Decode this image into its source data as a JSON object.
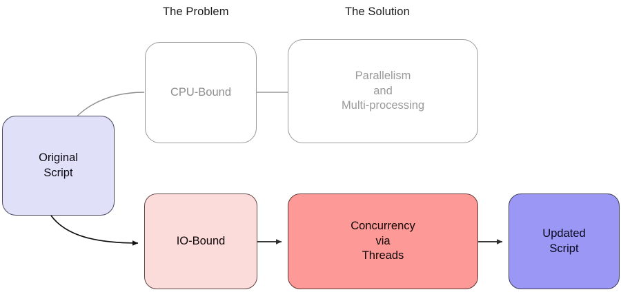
{
  "diagram": {
    "title_columns": {
      "problem": "The Problem",
      "solution": "The Solution"
    },
    "nodes": {
      "original_script": {
        "label": "Original\nScript",
        "line1": "Original",
        "line2": "Script",
        "fill": "#e0e0f8",
        "stroke": "#47475c",
        "text_color": "#0a0a12"
      },
      "cpu_bound": {
        "label": "CPU-Bound",
        "fill": "#ffffff",
        "stroke": "#9a9a9a",
        "text_color": "#8d8d8d"
      },
      "parallelism": {
        "line1": "Parallelism",
        "line2": "and",
        "line3": "Multi-processing",
        "fill": "#ffffff",
        "stroke": "#9a9a9a",
        "text_color": "#9a9a9a"
      },
      "io_bound": {
        "label": "IO-Bound",
        "fill": "#fcdcda",
        "stroke": "#5e4443",
        "text_color": "#0c0505"
      },
      "concurrency": {
        "line1": "Concurrency",
        "line2": "via",
        "line3": "Threads",
        "fill": "#fd9a97",
        "stroke": "#5e3634",
        "text_color": "#0c0303"
      },
      "updated_script": {
        "line1": "Updated",
        "line2": "Script",
        "fill": "#9a97f5",
        "stroke": "#3b3b55",
        "text_color": "#07071a"
      }
    },
    "edges": [
      {
        "name": "original-script-to-cpu-bound",
        "from": "original_script",
        "to": "cpu_bound",
        "style": "curved",
        "color": "#8d8d8d",
        "arrowhead": "none"
      },
      {
        "name": "cpu-bound-to-parallelism",
        "from": "cpu_bound",
        "to": "parallelism",
        "style": "straight",
        "color": "#9a9a9a",
        "arrowhead": "none"
      },
      {
        "name": "original-script-to-io-bound",
        "from": "original_script",
        "to": "io_bound",
        "style": "curved",
        "color": "#101010",
        "arrowhead": "filled"
      },
      {
        "name": "io-bound-to-concurrency",
        "from": "io_bound",
        "to": "concurrency",
        "style": "straight",
        "color": "#3a3a3a",
        "arrowhead": "filled"
      },
      {
        "name": "concurrency-to-updated-script",
        "from": "concurrency",
        "to": "updated_script",
        "style": "straight",
        "color": "#3a3a3a",
        "arrowhead": "filled"
      }
    ]
  }
}
